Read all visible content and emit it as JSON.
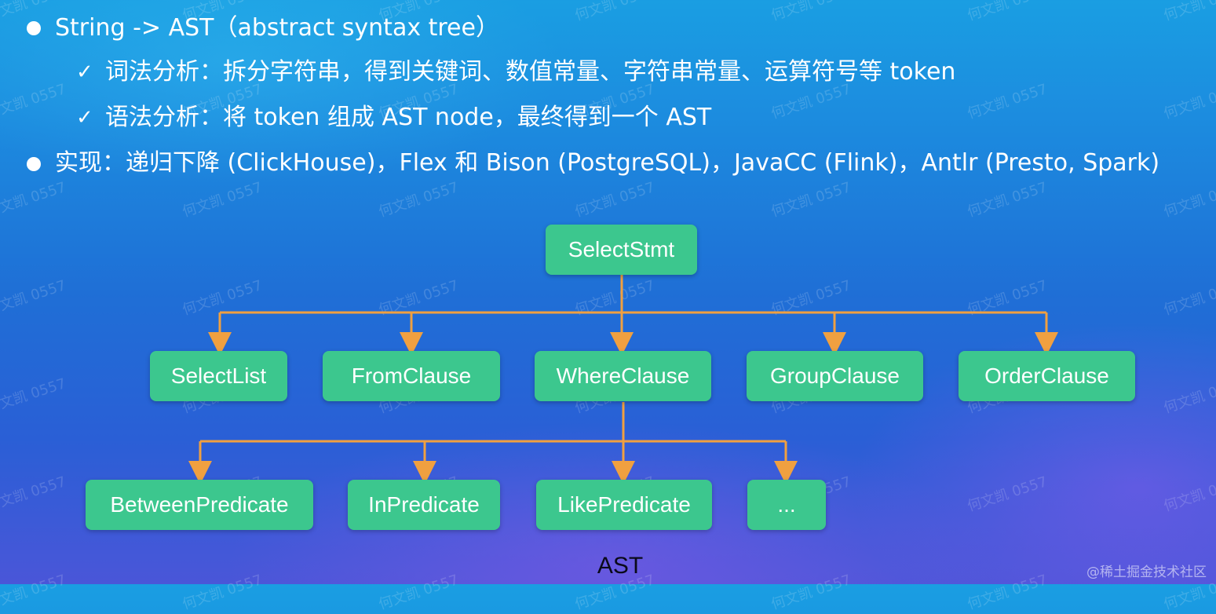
{
  "bullets": [
    {
      "text": "String -> AST（abstract syntax tree）"
    },
    {
      "text": "词法分析：拆分字符串，得到关键词、数值常量、字符串常量、运算符号等 token"
    },
    {
      "text": "语法分析：将 token 组成 AST node，最终得到一个 AST"
    },
    {
      "text": "实现：递归下降 (ClickHouse)，Flex 和 Bison (PostgreSQL)，JavaCC (Flink)，Antlr (Presto, Spark)"
    }
  ],
  "tree": {
    "root": "SelectStmt",
    "level1": [
      "SelectList",
      "FromClause",
      "WhereClause",
      "GroupClause",
      "OrderClause"
    ],
    "level2": [
      "BetweenPredicate",
      "InPredicate",
      "LikePredicate",
      "..."
    ]
  },
  "caption": "AST",
  "watermark_text": "何文凯 0557",
  "credit": "@稀土掘金技术社区",
  "colors": {
    "node_fill": "#3cc78e",
    "connector": "#f0a040",
    "bg_top": "#1a9ee2",
    "bg_bottom": "#4a56d8"
  }
}
